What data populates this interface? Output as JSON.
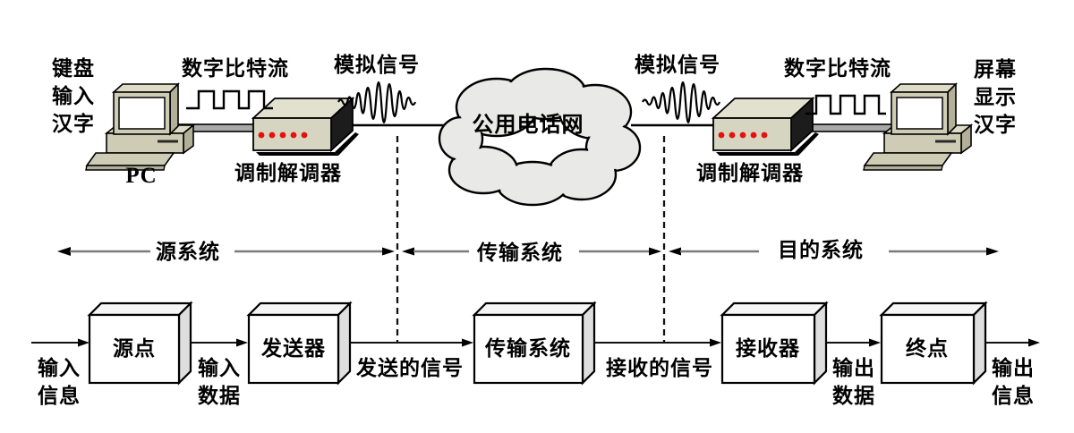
{
  "top_row": {
    "keyboard_input_label": "键盘\n输入\n汉字",
    "pc_label": "PC",
    "digital_bitstream_left": "数字比特流",
    "modem_left_label": "调制解调器",
    "analog_signal_left": "模拟信号",
    "cloud_label": "公用电话网",
    "analog_signal_right": "模拟信号",
    "modem_right_label": "调制解调器",
    "digital_bitstream_right": "数字比特流",
    "screen_display_label": "屏幕\n显示\n汉字"
  },
  "system_bands": {
    "source": "源系统",
    "transmission": "传输系统",
    "destination": "目的系统"
  },
  "flow": {
    "boxes": [
      "源点",
      "发送器",
      "传输系统",
      "接收器",
      "终点"
    ],
    "edge_labels": [
      "输入\n信息",
      "输入\n数据",
      "发送的信号",
      "接收的信号",
      "输出\n数据",
      "输出\n信息"
    ]
  },
  "colors": {
    "device_beige": "#cfccb6",
    "device_beige_light": "#dedbc6",
    "device_beige_dark": "#b3b09a",
    "modem_face": "#d6d5c2",
    "modem_top": "#e2e1cf",
    "led_red": "#e8100c",
    "cloud_fill": "#e9e9e8",
    "box_front": "#ffffff",
    "box_top": "#f5f5f5",
    "box_side": "#dedede",
    "span_line_gray": "#7a7a7a",
    "ink": "#111111"
  }
}
